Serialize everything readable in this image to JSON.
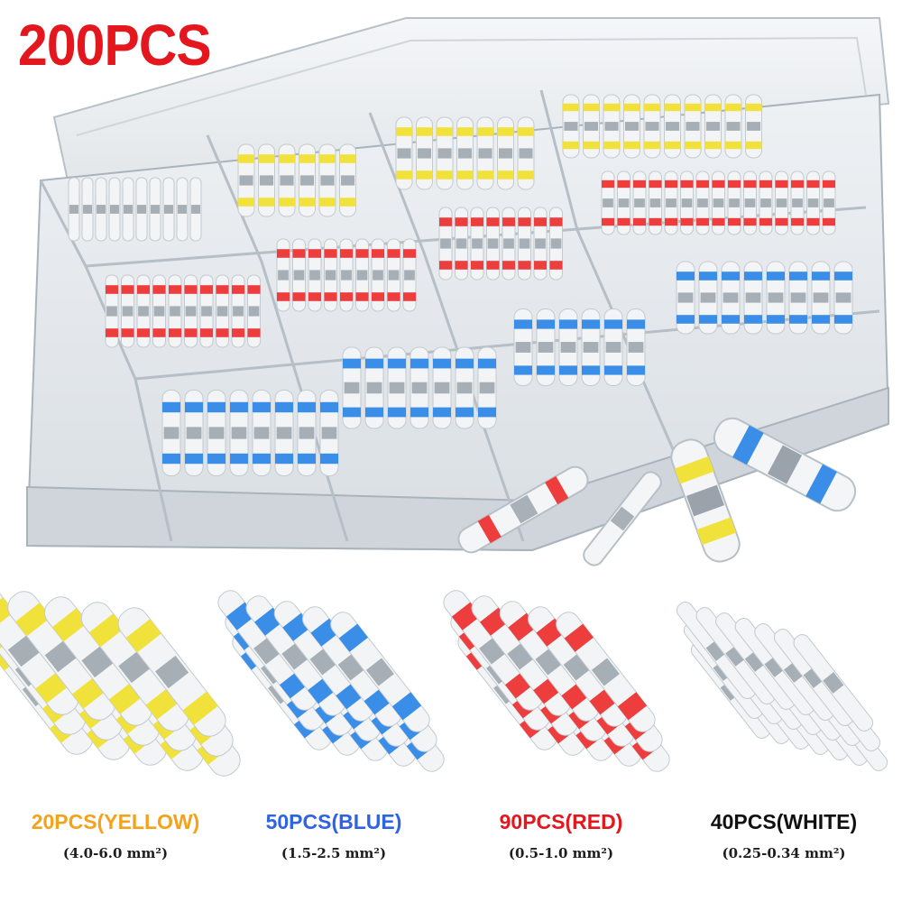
{
  "headline": "200PCS",
  "groups": [
    {
      "count_label": "20PCS(YELLOW)",
      "size_label": "(4.0-6.0 mm²)",
      "color": "#f5a21b",
      "band": "#f0e23a"
    },
    {
      "count_label": "50PCS(BLUE)",
      "size_label": "(1.5-2.5 mm²)",
      "color": "#2f63e6",
      "band": "#3b8ee8"
    },
    {
      "count_label": "90PCS(RED)",
      "size_label": "(0.5-1.0 mm²)",
      "color": "#e3171d",
      "band": "#ee3d3d"
    },
    {
      "count_label": "40PCS(WHITE)",
      "size_label": "(0.25-0.34 mm²)",
      "color": "#111111",
      "band": "#e8ecef"
    }
  ]
}
